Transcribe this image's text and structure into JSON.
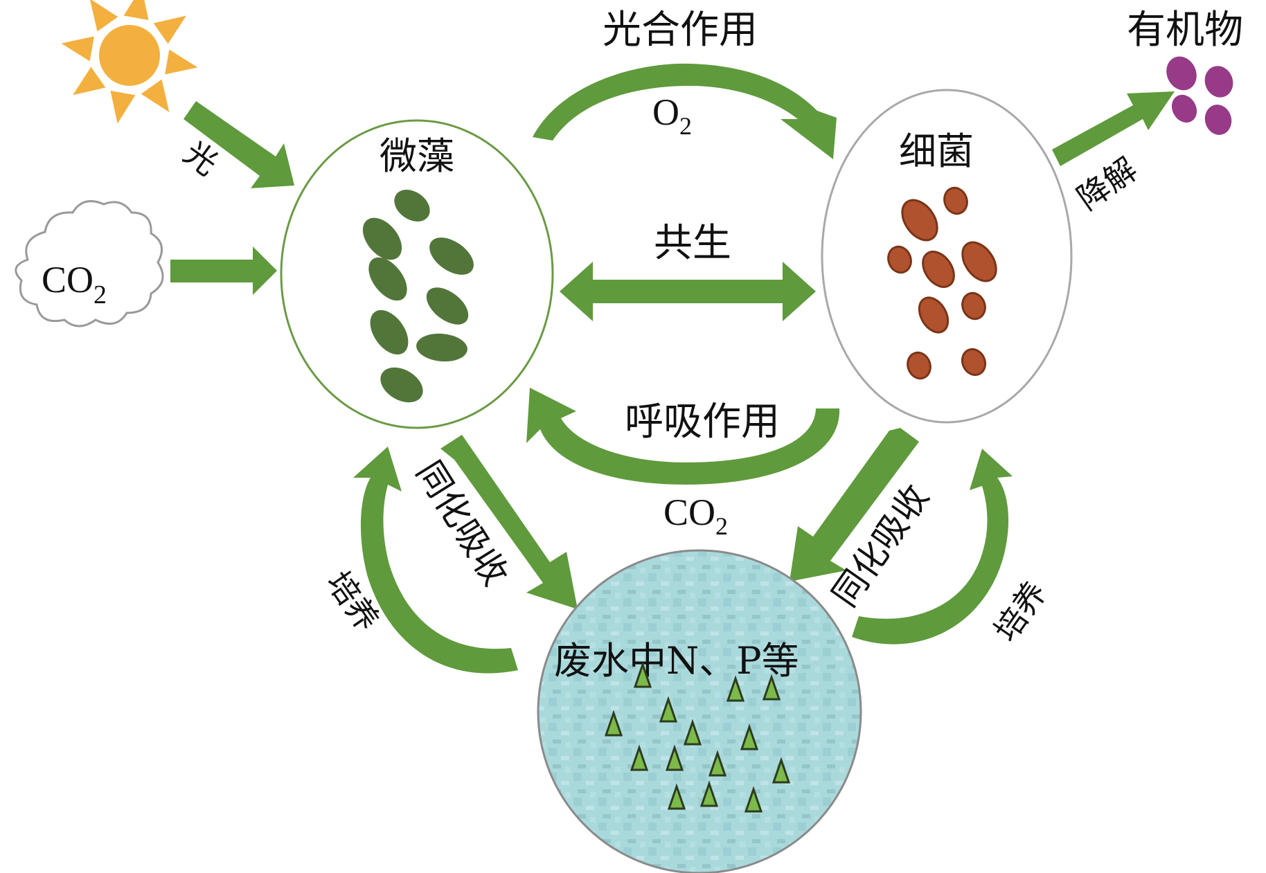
{
  "colors": {
    "arrow": "#5f9a3c",
    "algae": "#52763a",
    "algae_outline": "#6a9a44",
    "bacteria": "#b0522e",
    "bacteria_outline": "#7a3418",
    "bacteria_ring": "#a8a8a8",
    "organic": "#973a87",
    "sun": "#f3b03f",
    "water": "#a9d8db",
    "water_dark": "#8ec4c8",
    "nutrient": "#7cba4a",
    "cloud_outline": "#999999"
  },
  "nodes": {
    "microalgae": "微藻",
    "bacteria": "细菌",
    "organic_matter": "有机物",
    "wastewater": "废水中N、P等",
    "co2_source": {
      "main": "CO",
      "sub": "2"
    }
  },
  "edges": {
    "light": "光",
    "photosynthesis": "光合作用",
    "o2": {
      "main": "O",
      "sub": "2"
    },
    "symbiosis": "共生",
    "respiration": "呼吸作用",
    "co2_resp": {
      "main": "CO",
      "sub": "2"
    },
    "degradation": "降解",
    "assimilation_left": "同化吸收",
    "assimilation_right": "同化吸收",
    "culture_left": "培养",
    "culture_right": "培养"
  }
}
